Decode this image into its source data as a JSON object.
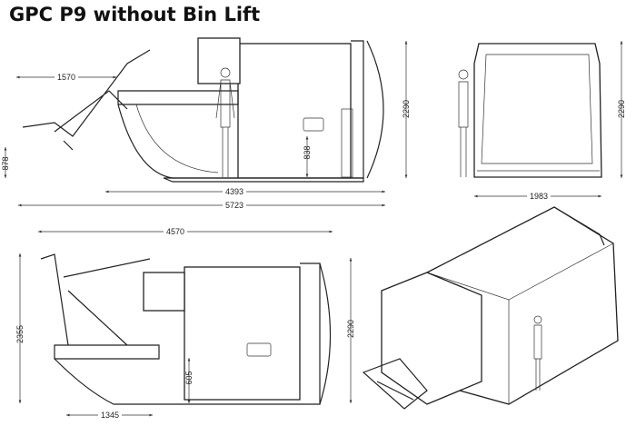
{
  "title": "GPC P9 without Bin Lift",
  "side_view_top": {
    "dims": {
      "arm_reach": "1570",
      "arm_height": "878",
      "step_height": "838",
      "height": "2290",
      "body_length": "4393",
      "overall_length": "5723"
    }
  },
  "front_view": {
    "dims": {
      "height": "2290",
      "width": "1983"
    }
  },
  "side_view_bottom": {
    "dims": {
      "overall_length": "4570",
      "overall_height": "2355",
      "body_height": "2290",
      "sill_height": "605",
      "hopper_length": "1345"
    }
  }
}
